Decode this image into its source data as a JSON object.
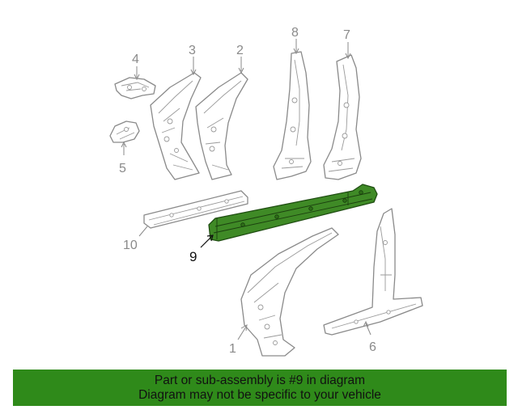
{
  "diagram": {
    "highlight_color": "#3f8a26",
    "callouts": {
      "p1": "1",
      "p2": "2",
      "p3": "3",
      "p4": "4",
      "p5": "5",
      "p6": "6",
      "p7": "7",
      "p8": "8",
      "p9": "9",
      "p10": "10"
    }
  },
  "banner": {
    "color": "#2f8a1a",
    "line1": "Part or sub-assembly is #9 in diagram",
    "line2": "Diagram may not be specific to your vehicle"
  }
}
